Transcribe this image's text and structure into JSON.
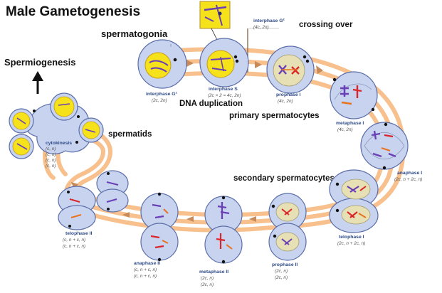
{
  "title": "Male Gametogenesis",
  "labels": {
    "spermatogonia": "spermatogonia",
    "crossing_over": "crossing over",
    "spermiogenesis": "Spermiogenesis",
    "dna_duplication": "DNA duplication",
    "primary_spermatocytes": "primary spermatocytes",
    "spermatids": "spermatids",
    "secondary_spermatocytes": "secondary spermatocytes",
    "interphase_g2_top": "interphase G²",
    "interphase_g2_top_ploidy": "(4c, 2n)"
  },
  "stages": [
    {
      "name": "interphase G¹",
      "ploidy": [
        "(2c, 2n)"
      ]
    },
    {
      "name": "interphase S",
      "ploidy": [
        "(2c × 2 = 4c, 2n)"
      ]
    },
    {
      "name": "prophase I",
      "ploidy": [
        "(4c, 2n)"
      ]
    },
    {
      "name": "metaphase I",
      "ploidy": [
        "(4c, 2n)"
      ]
    },
    {
      "name": "anaphase I",
      "ploidy": [
        "(2c, n + 2c, n)"
      ]
    },
    {
      "name": "telophase I",
      "ploidy": [
        "(2c, n + 2c, n)"
      ]
    },
    {
      "name": "prophase II",
      "ploidy": [
        "(2c, n)",
        "(2c, n)"
      ]
    },
    {
      "name": "metaphase II",
      "ploidy": [
        "(2c, n)",
        "(2c, n)"
      ]
    },
    {
      "name": "anaphase II",
      "ploidy": [
        "(c, n + c, n)",
        "(c, n + c, n)"
      ]
    },
    {
      "name": "telophase II",
      "ploidy": [
        "(c, n + c, n)",
        "(c, n + c, n)"
      ]
    },
    {
      "name": "cytokinesis",
      "ploidy": [
        "(c, n)",
        "(c, n)",
        "(c, n)",
        "(c, n)"
      ]
    }
  ],
  "colors": {
    "track": "#f7c08c",
    "arrow": "#c78a5a",
    "cell": "#c7d3ef",
    "cell_stroke": "#5b6ea8",
    "nucleus": "#e7e0b4",
    "yellow_nucleus": "#f5e21b",
    "chrom_purple": "#6a3fb5",
    "chrom_orange": "#e8731f",
    "chrom_red": "#d8262a"
  }
}
